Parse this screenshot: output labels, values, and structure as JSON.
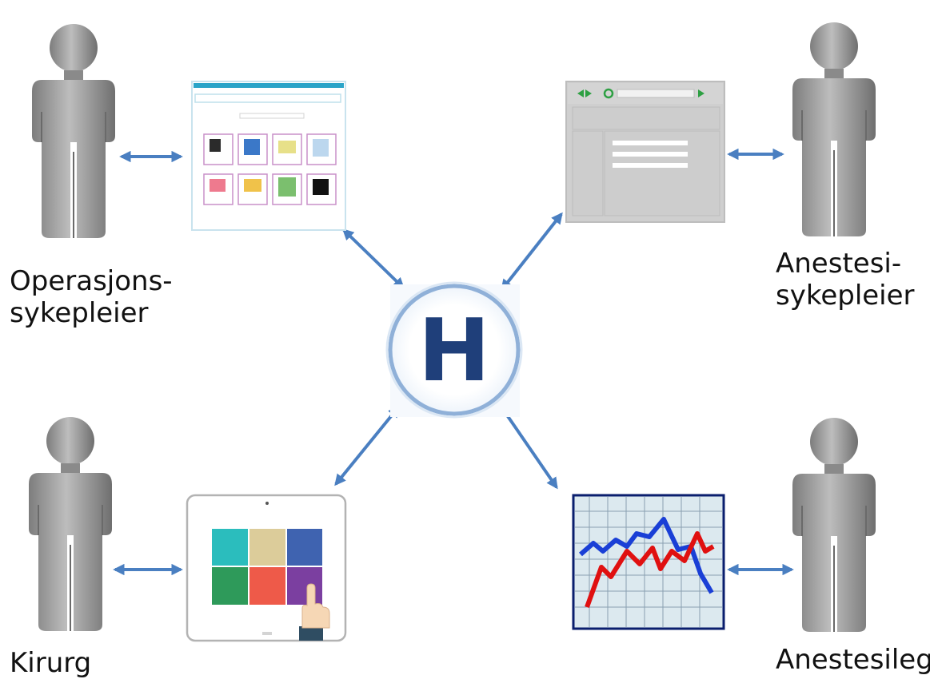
{
  "hub": {
    "letter": "H"
  },
  "roles": {
    "top_left": [
      "Operasjons-",
      "sykepleier"
    ],
    "top_right": [
      "Anestesi-",
      "sykepleier"
    ],
    "bottom_left": [
      "Kirurg"
    ],
    "bottom_right": [
      "Anestesilege"
    ]
  },
  "colors": {
    "arrow": "#4a7fc1",
    "person": "#9a9a9a",
    "hub_ring": "#8fb0d8",
    "hub_letter": "#1f3f7a",
    "chart_blue": "#1a3fd6",
    "chart_red": "#e01010",
    "tile_colors": [
      "#2bbdbd",
      "#dccc9a",
      "#3f63b0",
      "#2e9a5a",
      "#ee5a49",
      "#7b3fa0"
    ]
  },
  "icons": {
    "person": "person-silhouette-icon",
    "app_grid": "app-grid-window-icon",
    "browser": "browser-window-icon",
    "tablet": "tablet-touch-icon",
    "monitor_chart": "line-chart-icon"
  }
}
